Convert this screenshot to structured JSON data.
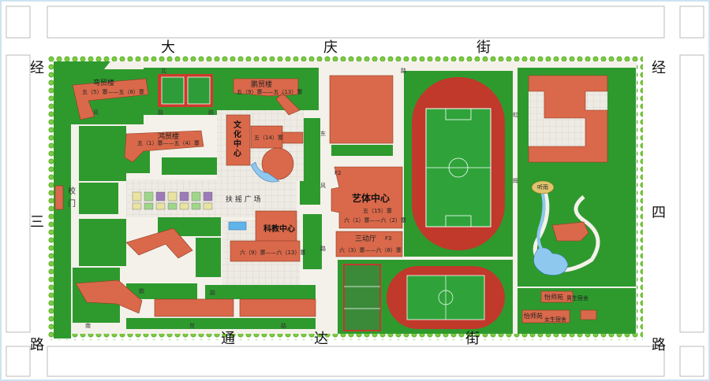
{
  "streets": {
    "top": [
      "大",
      "庆",
      "街"
    ],
    "bottom": [
      "通",
      "达",
      "街"
    ],
    "left": [
      "经",
      "三",
      "路"
    ],
    "right": [
      "经",
      "四",
      "路"
    ]
  },
  "roads": {
    "left_gate": [
      "校",
      "门"
    ],
    "north_road": "路",
    "feng_road": [
      "风",
      "路"
    ],
    "dong_road": "东",
    "feng2": "风",
    "lu2": "路",
    "honghui": [
      "虹",
      "辉"
    ],
    "lu3": "路",
    "nan_road": [
      "南",
      "贸",
      "路"
    ],
    "peng_road": [
      "鹏",
      "路"
    ],
    "bei_road": "北"
  },
  "buildings": {
    "kuimao": {
      "name": "弯贸楼",
      "sub": "五（5）寨——五（8）寨"
    },
    "pengmao": {
      "name": "鹏贸楼",
      "sub": "五（9）寨——五（13）寨"
    },
    "hongmao": {
      "name": "鸿贸楼",
      "sub": "五（1）寨——五（4）寨"
    },
    "wenhua": {
      "name": "文化中心",
      "sub": "五（14）寨"
    },
    "yiti": {
      "name": "艺体中心",
      "sub1": "五（15）寨",
      "sub2": "六（1）寨——六（2）寨",
      "floor": "F2"
    },
    "kejiao": {
      "name": "科教中心",
      "sub": "六（9）寨——六（13）寨"
    },
    "sandongting": {
      "name": "三动厅",
      "floor": "F3",
      "sub": "六（3）寨——六（8）寨"
    },
    "yiyuan": {
      "name": "怡师苑",
      "sub": "男生宿舍"
    },
    "yiyuan2": {
      "name": "怡师苑",
      "sub": "女生宿舍"
    },
    "pavilion": "听雨"
  },
  "plaza": "扶 摇 广 场",
  "colors": {
    "grass": "#2e9a2e",
    "light_grass": "#3cb043",
    "building": "#d9694a",
    "track": "#c0392b",
    "field": "#2fa33a",
    "pavement": "#f2eee6",
    "court": "#3a8a3a",
    "tile": "#ece9e2",
    "water": "#8fc8ef",
    "tree": "#7acb3e"
  }
}
